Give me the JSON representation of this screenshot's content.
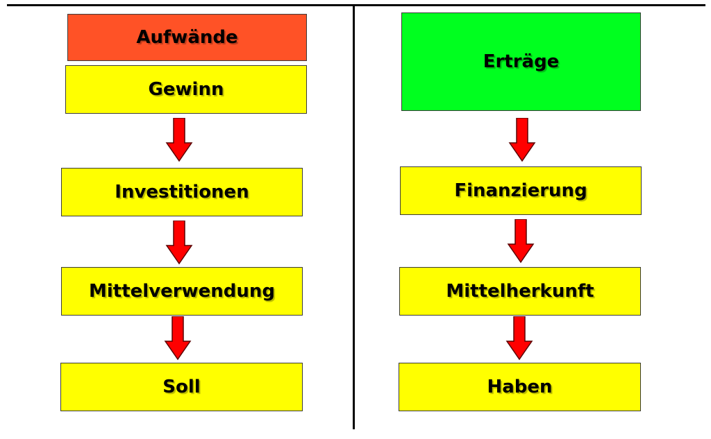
{
  "colors": {
    "expense": "#ff5226",
    "profit_flow": "#ffff00",
    "income": "#00ff1f",
    "arrow_fill": "#ff0000",
    "arrow_stroke": "#5a0000"
  },
  "left_column": {
    "expenses": "Aufwände",
    "profit": "Gewinn",
    "investments": "Investitionen",
    "use_of_funds": "Mittelverwendung",
    "debit": "Soll"
  },
  "right_column": {
    "income": "Erträge",
    "financing": "Finanzierung",
    "source_of_funds": "Mittelherkunft",
    "credit": "Haben"
  },
  "icons": {
    "flow_arrow": "down-arrow-icon"
  }
}
